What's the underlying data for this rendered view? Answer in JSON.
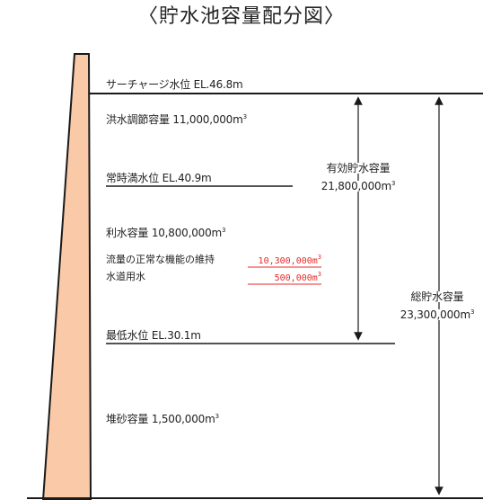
{
  "title": "〈貯水池容量配分図〉",
  "levels": {
    "surcharge": "サーチャージ水位 EL.46.8m",
    "normal_full": "常時満水位 EL.40.9m",
    "minimum": "最低水位 EL.30.1m"
  },
  "volumes": {
    "flood_control": "洪水調節容量 11,000,000m",
    "water_use": "利水容量 10,800,000m",
    "sediment": "堆砂容量 1,500,000m"
  },
  "water_use_breakdown": [
    {
      "label": "流量の正常な機能の維持",
      "value": "10,300,000m"
    },
    {
      "label": "水道用水",
      "value": "500,000m"
    }
  ],
  "effective_storage": {
    "label": "有効貯水容量",
    "value": "21,800,000m"
  },
  "total_storage": {
    "label": "総貯水容量",
    "value": "23,300,000m"
  },
  "superscript": "3",
  "colors": {
    "dam": "#f9c9a8",
    "line": "#1a1a1a",
    "text": "#222222",
    "breakdown": "#e52a2a"
  }
}
